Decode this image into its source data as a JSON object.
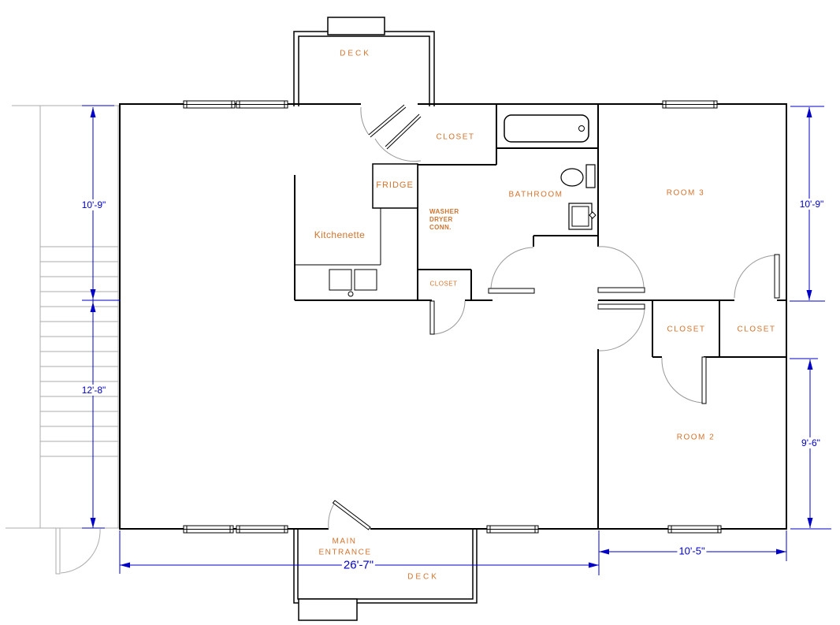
{
  "labels": {
    "deck_top": "DECK",
    "deck_bottom": "DECK",
    "closet_top": "CLOSET",
    "fridge": "FRIDGE",
    "kitchenette": "Kitchenette",
    "washer_line1": "WASHER",
    "washer_line2": "DRYER",
    "washer_line3": "CONN.",
    "closet_kitchen": "CLOSET",
    "bathroom": "BATHROOM",
    "room3": "ROOM 3",
    "room2": "ROOM 2",
    "closet_room2_left": "CLOSET",
    "closet_room2_right": "CLOSET",
    "main_entrance_line1": "MAIN",
    "main_entrance_line2": "ENTRANCE"
  },
  "dimensions": {
    "left_upper": "10'-9\"",
    "left_lower": "12'-8\"",
    "right_upper": "10'-9\"",
    "right_lower": "9'-6\"",
    "bottom_main": "26'-7\"",
    "bottom_room2": "10'-5\""
  },
  "colors": {
    "wall": "#000000",
    "label": "#D2732D",
    "dimension": "#0000C8",
    "stairs": "#ABABAB",
    "door_swing": "#999999"
  }
}
